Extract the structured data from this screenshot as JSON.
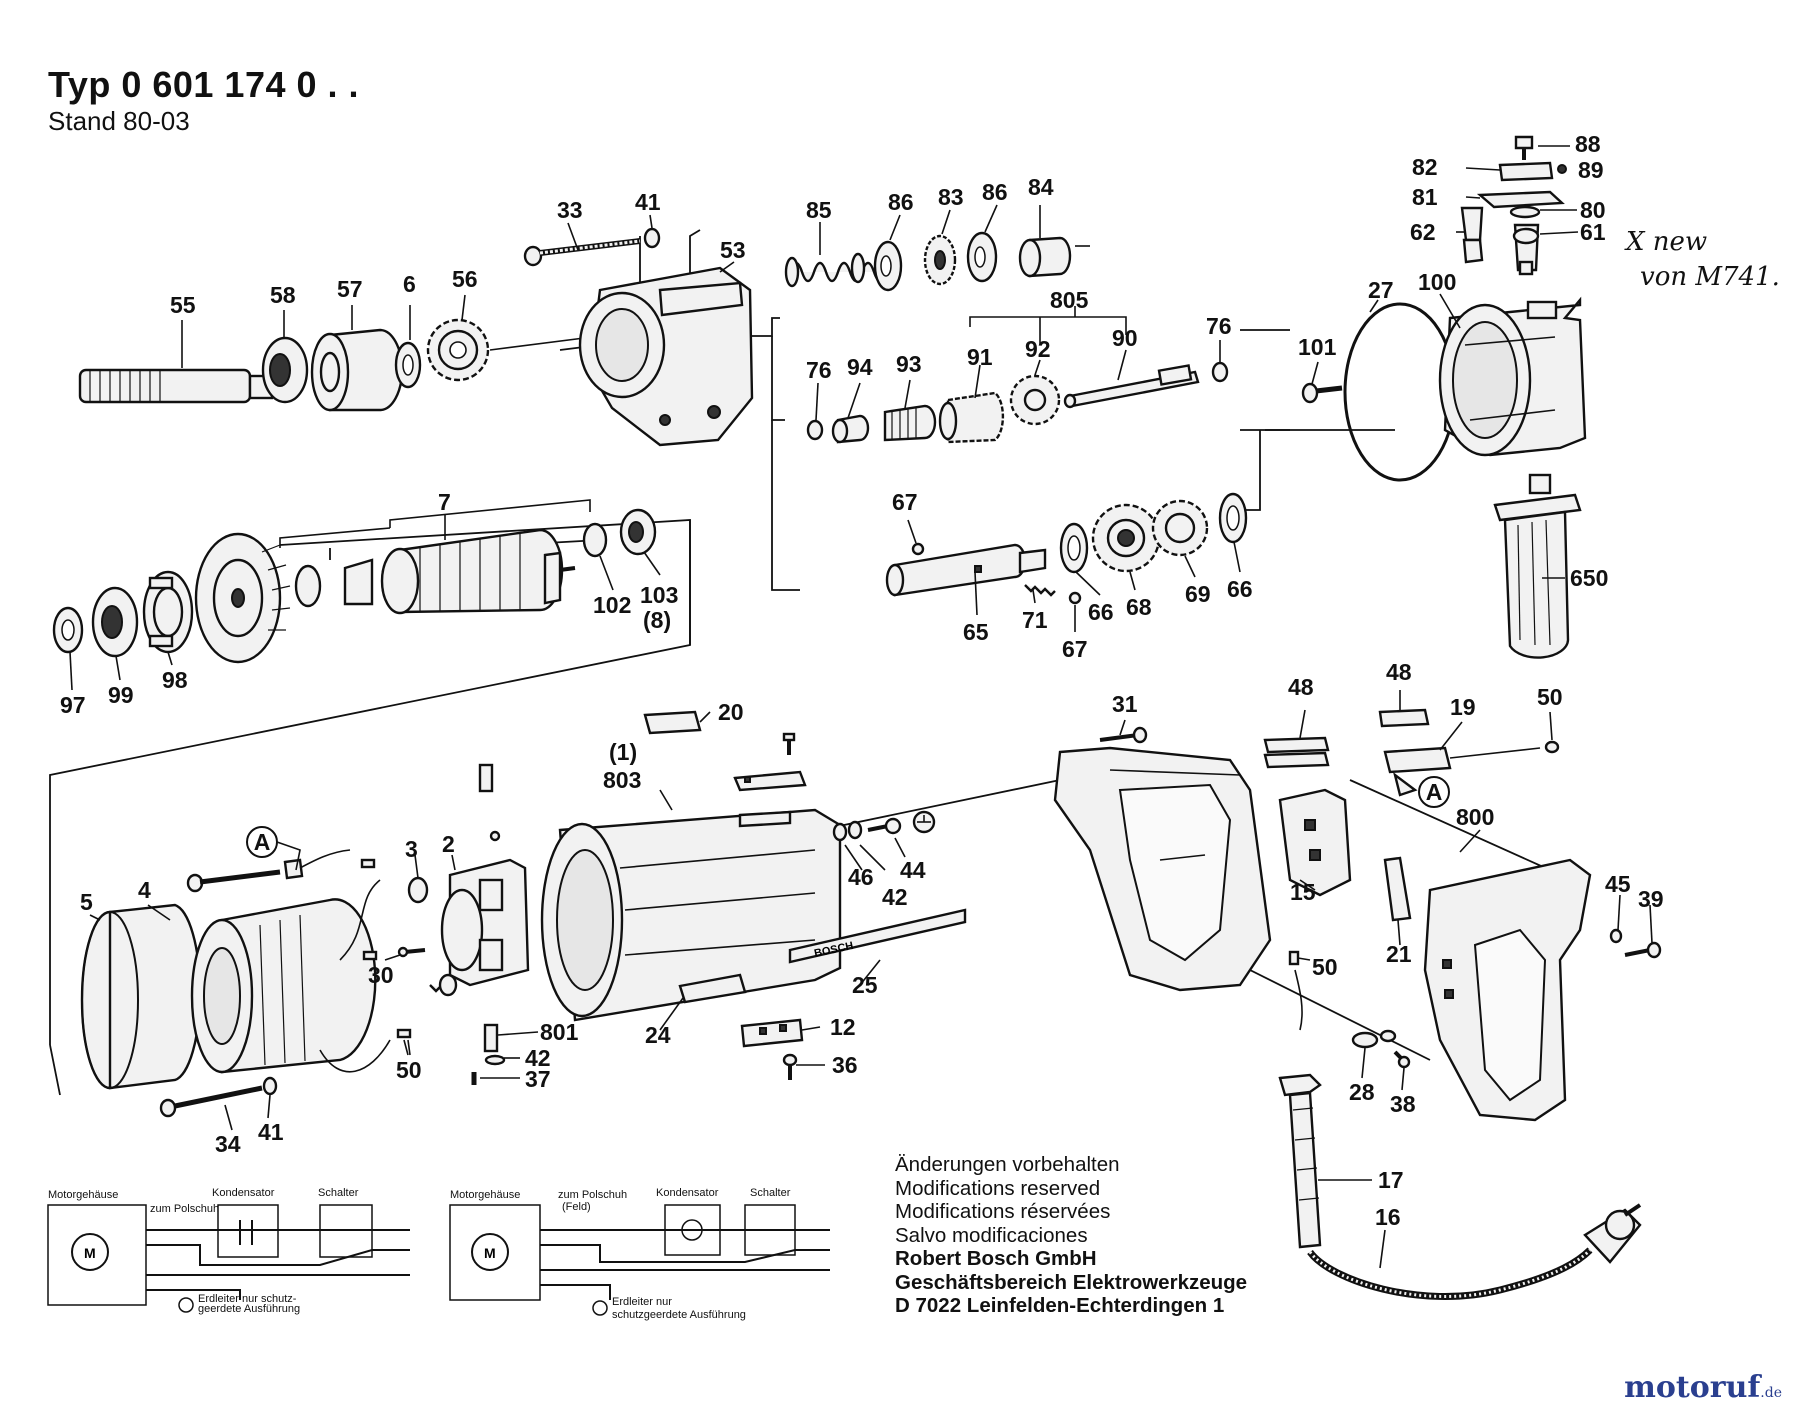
{
  "header": {
    "type_line": "Typ 0 601 174 0 . .",
    "stand_line": "Stand 80-03"
  },
  "handwritten_note": {
    "line1": "X new",
    "line2": "von M741."
  },
  "parts": {
    "p33": "33",
    "p41a": "41",
    "p53": "53",
    "p85": "85",
    "p86a": "86",
    "p83": "83",
    "p86b": "86",
    "p84": "84",
    "p88": "88",
    "p82": "82",
    "p89": "89",
    "p81": "81",
    "p80": "80",
    "p62": "62",
    "p61": "61",
    "p55": "55",
    "p58": "58",
    "p57": "57",
    "p6": "6",
    "p56": "56",
    "p805": "805",
    "p91": "91",
    "p92": "92",
    "p90": "90",
    "p76a": "76",
    "p76b": "76",
    "p94": "94",
    "p93": "93",
    "p27": "27",
    "p100": "100",
    "p101": "101",
    "p7": "7",
    "p67a": "67",
    "p102": "102",
    "p103": "103",
    "p103_qty": "(8)",
    "p97": "97",
    "p99": "99",
    "p98": "98",
    "p65": "65",
    "p71": "71",
    "p67b": "67",
    "p66a": "66",
    "p68": "68",
    "p69": "69",
    "p66b": "66",
    "p650": "650",
    "p20": "20",
    "p1": "(1)",
    "p803": "803",
    "p31": "31",
    "p48a": "48",
    "p48b": "48",
    "p19": "19",
    "p50a": "50",
    "pA1": "A",
    "pA2": "A",
    "p800": "800",
    "p5": "5",
    "p4": "4",
    "p3": "3",
    "p2": "2",
    "p30": "30",
    "p50b": "50",
    "p46": "46",
    "p42a": "42",
    "p44": "44",
    "p15": "15",
    "p21": "21",
    "p45": "45",
    "p39": "39",
    "p25": "25",
    "p24": "24",
    "p12": "12",
    "p36": "36",
    "p801": "801",
    "p42b": "42",
    "p37": "37",
    "p34": "34",
    "p41b": "41",
    "p50c": "50",
    "p28": "28",
    "p38": "38",
    "p17": "17",
    "p16": "16"
  },
  "wiring_left": {
    "motor": "Motorgehäuse",
    "pole": "zum Polschuh",
    "capacitor": "Kondensator",
    "switch": "Schalter",
    "ground_note_1": "Erdleiter nur schutz-",
    "ground_note_2": "geerdete Ausführung"
  },
  "wiring_right": {
    "motor": "Motorgehäuse",
    "pole": "zum Polschuh",
    "pole_sub": "(Feld)",
    "capacitor": "Kondensator",
    "switch": "Schalter",
    "ground_note_1": "Erdleiter nur",
    "ground_note_2": "schutzgeerdete Ausführung"
  },
  "notes": {
    "de": "Änderungen vorbehalten",
    "en": "Modifications reserved",
    "fr": "Modifications réservées",
    "es": "Salvo modificaciones",
    "company": "Robert Bosch GmbH",
    "division": "Geschäftsbereich Elektrowerkzeuge",
    "address": "D 7022 Leinfelden-Echterdingen 1"
  },
  "watermark": {
    "name_a": "motoruf",
    "name_b": ".de"
  }
}
